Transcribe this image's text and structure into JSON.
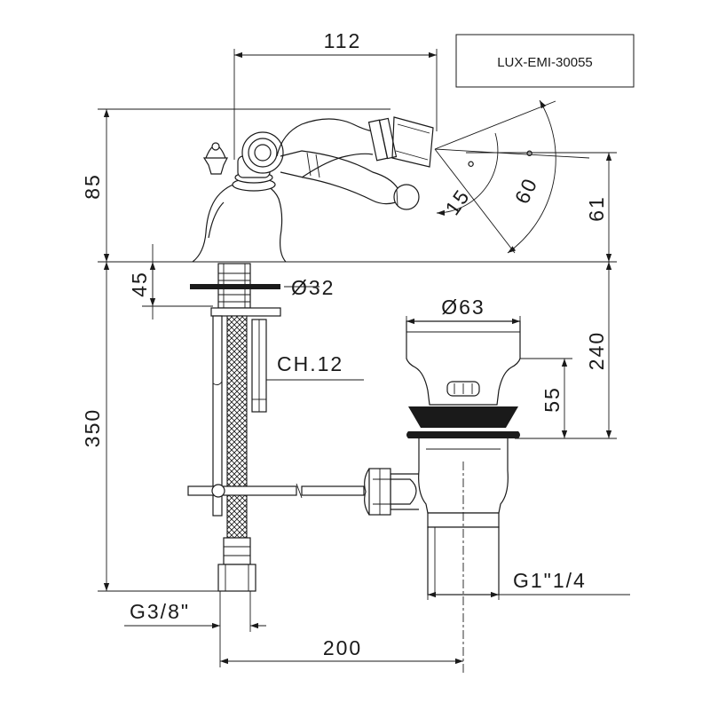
{
  "product_code": "LUX-EMI-30055",
  "dimensions": {
    "overall_width": "112",
    "body_height": "85",
    "spout_angle_small": "15",
    "spout_angle_large": "60",
    "degree_symbol": "°",
    "spout_height": "61",
    "mount_thickness": "45",
    "shank_diameter": "Ø32",
    "nut_size": "CH.12",
    "hose_length": "350",
    "hose_thread": "G3/8\"",
    "waste_head_diameter": "Ø63",
    "waste_height": "240",
    "plug_height": "55",
    "waste_thread": "G1\"1/4",
    "centre_distance": "200"
  },
  "colors": {
    "line": "#1a1a1a",
    "background": "#ffffff"
  }
}
